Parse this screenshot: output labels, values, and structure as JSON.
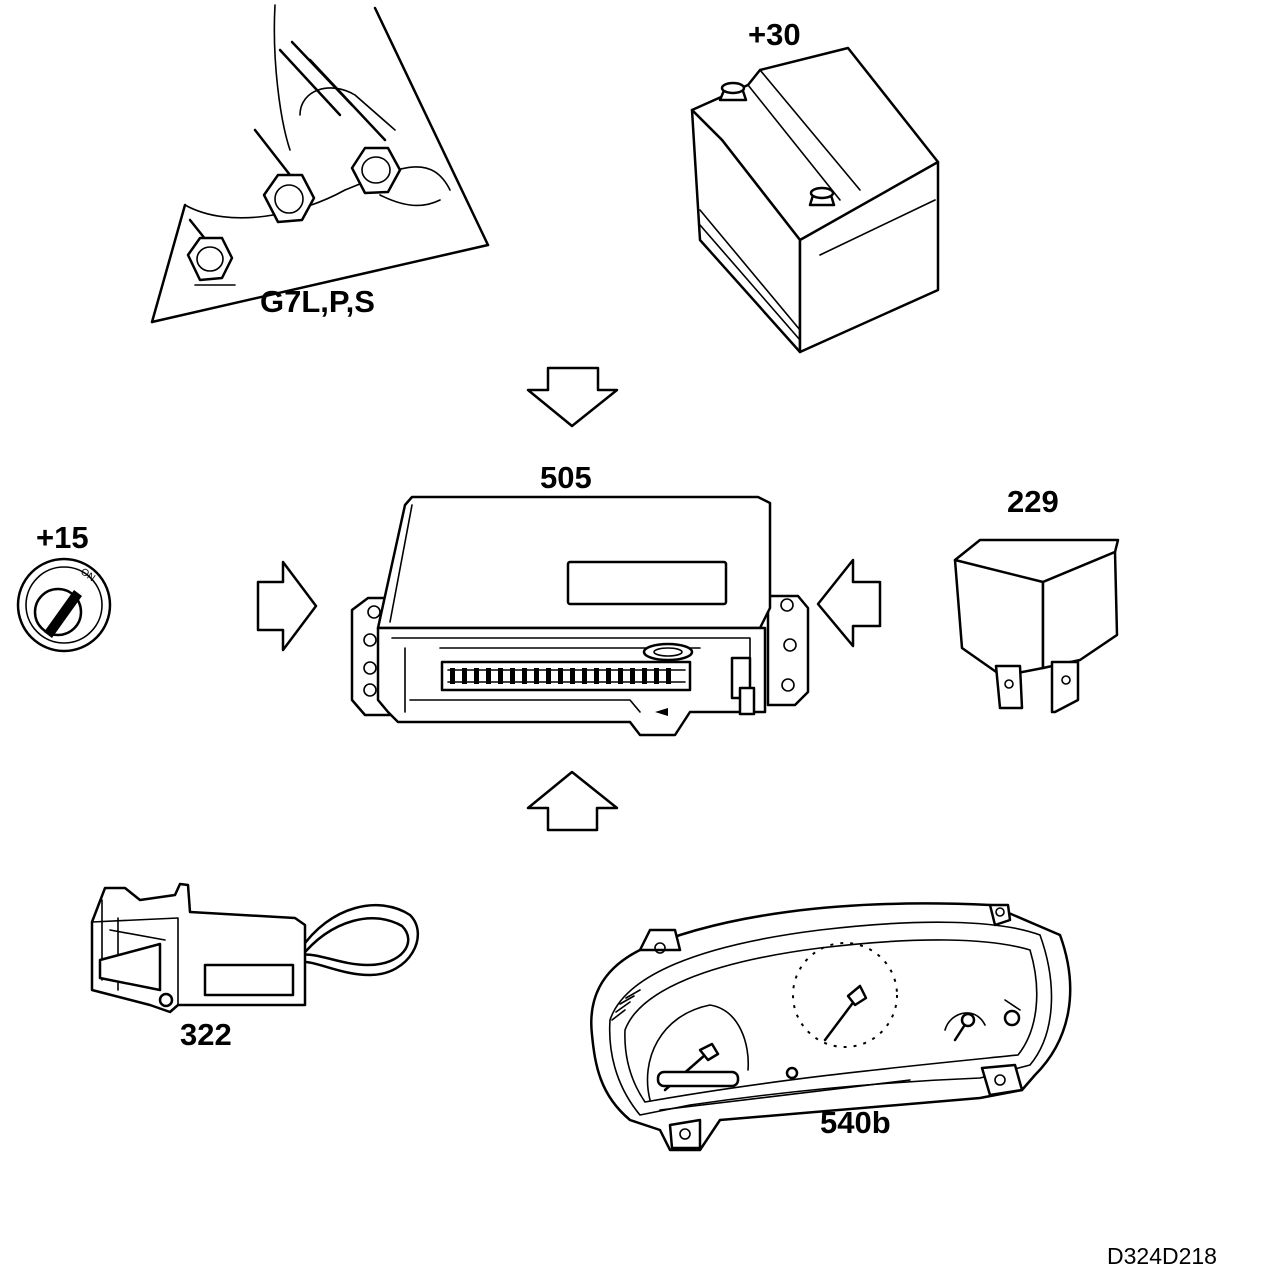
{
  "labels": {
    "ground_points": "G7L,P,S",
    "battery": "+30",
    "ignition": "+15",
    "control_module": "505",
    "relay": "229",
    "connector": "322",
    "instrument_cluster": "540b"
  },
  "figure_code": "D324D218"
}
